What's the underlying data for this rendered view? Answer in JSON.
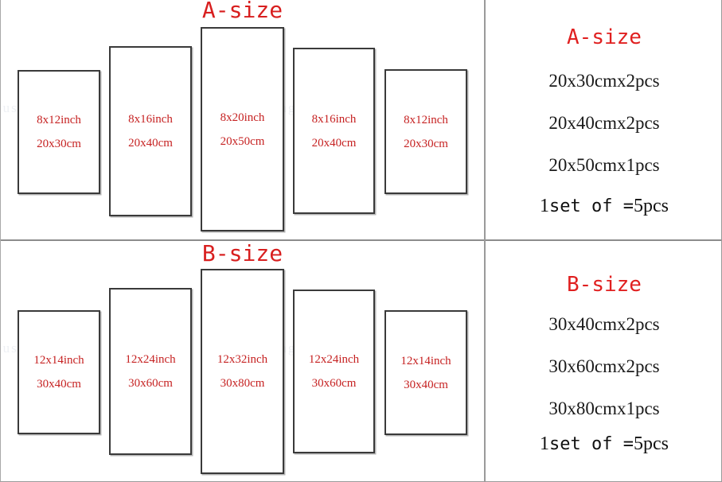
{
  "meta": {
    "accent_red": "#d81f1f",
    "label_red": "#c62222",
    "text_black": "#1a1a1a",
    "panel_border": "#3a3a3a",
    "divider_gray": "#8c8c8c",
    "background": "#ffffff"
  },
  "watermark": {
    "text": "Just Painting"
  },
  "sections": [
    {
      "id": "a",
      "heading": "A-size",
      "panels": [
        {
          "inch": "8x12inch",
          "cm": "20x30cm"
        },
        {
          "inch": "8x16inch",
          "cm": "20x40cm"
        },
        {
          "inch": "8x20inch",
          "cm": "20x50cm"
        },
        {
          "inch": "8x16inch",
          "cm": "20x40cm"
        },
        {
          "inch": "8x12inch",
          "cm": "20x30cm"
        }
      ],
      "side": {
        "title": "A-size",
        "specs": [
          "20x30cmx2pcs",
          "20x40cmx2pcs",
          "20x50cmx1pcs"
        ],
        "summary": {
          "qty": "1",
          "mono": "set of =",
          "total": "5pcs"
        }
      }
    },
    {
      "id": "b",
      "heading": "B-size",
      "panels": [
        {
          "inch": "12x14inch",
          "cm": "30x40cm"
        },
        {
          "inch": "12x24inch",
          "cm": "30x60cm"
        },
        {
          "inch": "12x32inch",
          "cm": "30x80cm"
        },
        {
          "inch": "12x24inch",
          "cm": "30x60cm"
        },
        {
          "inch": "12x14inch",
          "cm": "30x40cm"
        }
      ],
      "side": {
        "title": "B-size",
        "specs": [
          "30x40cmx2pcs",
          "30x60cmx2pcs",
          "30x80cmx1pcs"
        ],
        "summary": {
          "qty": "1",
          "mono": "set of =",
          "total": "5pcs"
        }
      }
    }
  ]
}
